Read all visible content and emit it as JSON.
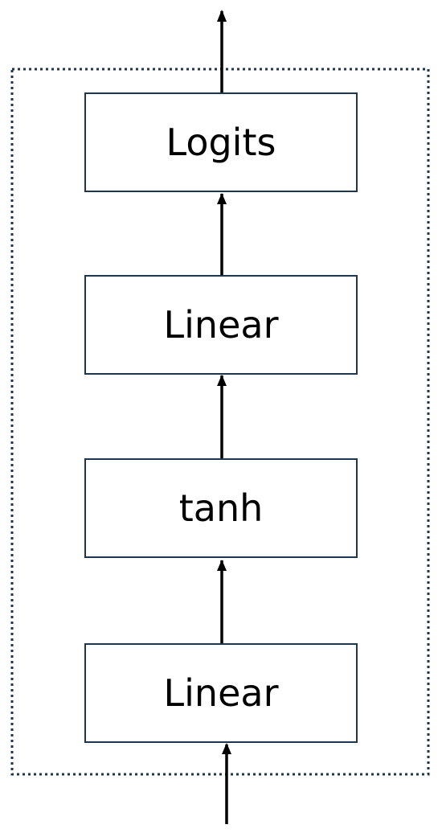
{
  "diagram": {
    "layers": [
      {
        "id": "logits",
        "label": "Logits"
      },
      {
        "id": "linear-2",
        "label": "Linear"
      },
      {
        "id": "tanh",
        "label": "tanh"
      },
      {
        "id": "linear-1",
        "label": "Linear"
      }
    ],
    "colors": {
      "box_border": "#1e3650",
      "dotted_frame": "#1e3650",
      "arrow": "#000000",
      "text": "#000000"
    }
  }
}
